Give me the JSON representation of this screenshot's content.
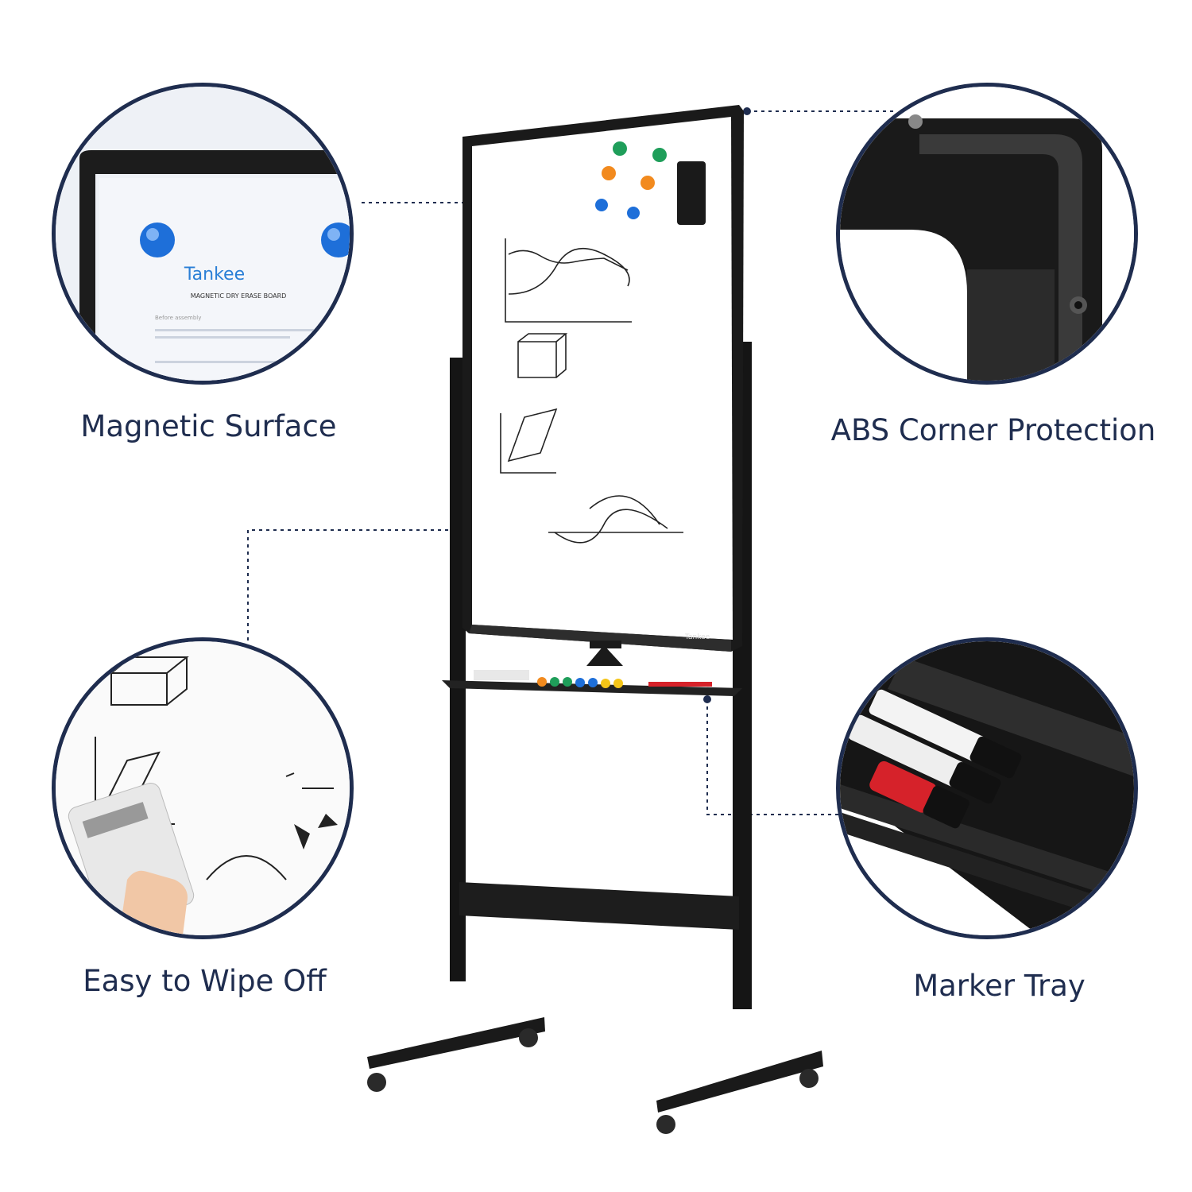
{
  "features": {
    "magnetic_surface": "Magnetic Surface",
    "abs_corner": "ABS Corner Protection",
    "easy_wipe": "Easy to Wipe Off",
    "marker_tray": "Marker Tray"
  },
  "brand": {
    "logo_text": "Tankee",
    "subtitle": "MAGNETIC DRY ERASE BOARD",
    "before_assembly": "Before assembly"
  },
  "colors": {
    "label": "#1f2d4f",
    "frame": "#1c1c1c",
    "magnet_blue": "#1e6fd9",
    "magnet_green": "#1f9e5a",
    "magnet_orange": "#f28a1e",
    "marker_red": "#d6222a"
  }
}
